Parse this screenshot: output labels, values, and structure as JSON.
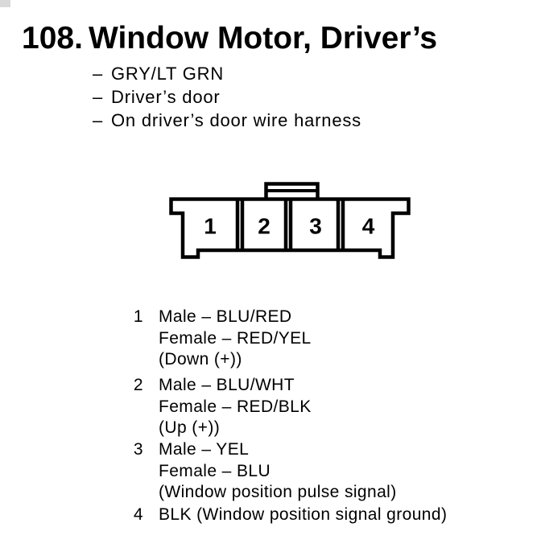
{
  "page": {
    "background_color": "#ffffff",
    "ink_color": "#000000"
  },
  "title": {
    "number": "108.",
    "text": "Window Motor, Driver’s"
  },
  "bullets": [
    {
      "marker": "–",
      "text": "GRY/LT GRN"
    },
    {
      "marker": "–",
      "text": "Driver’s door"
    },
    {
      "marker": "–",
      "text": "On driver’s door wire harness"
    }
  ],
  "connector": {
    "description": "4-cavity connector, front view, locking tab on top",
    "pins": [
      "1",
      "2",
      "3",
      "4"
    ]
  },
  "pin_list": [
    {
      "pin": "1",
      "lines": [
        "Male – BLU/RED",
        "Female – RED/YEL",
        "(Down (+))"
      ]
    },
    {
      "pin": "2",
      "lines": [
        "Male – BLU/WHT",
        "Female – RED/BLK",
        "(Up (+))"
      ]
    },
    {
      "pin": "3",
      "lines": [
        "Male – YEL",
        "Female – BLU",
        "(Window position pulse signal)"
      ]
    },
    {
      "pin": "4",
      "lines": [
        "BLK (Window position signal ground)"
      ]
    }
  ]
}
